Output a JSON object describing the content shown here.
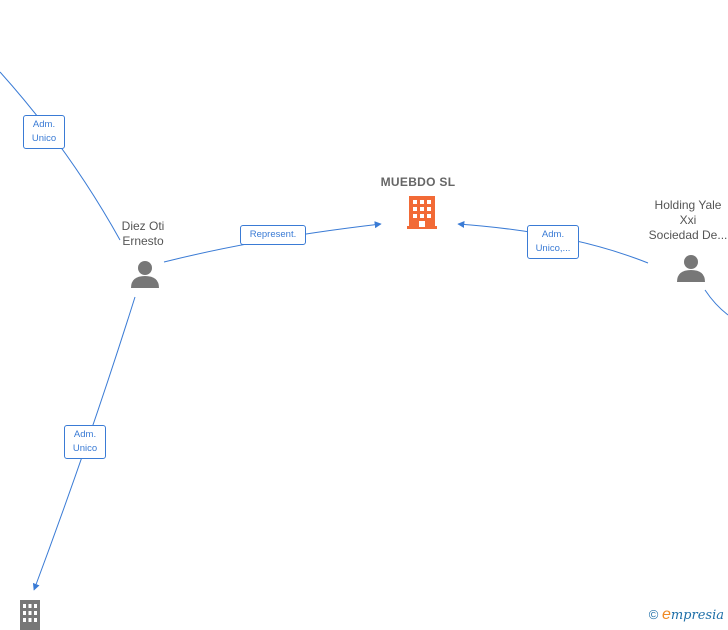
{
  "nodes": {
    "main_company": {
      "label": "MUEBDO  SL",
      "icon": "building-icon",
      "color": "#f26a36"
    },
    "person_diez": {
      "label_line1": "Diez Oti",
      "label_line2": "Ernesto",
      "icon": "person-icon"
    },
    "person_holding": {
      "label_line1": "Holding Yale",
      "label_line2": "Xxi",
      "label_line3": "Sociedad De...",
      "icon": "person-icon"
    },
    "company_bottom": {
      "icon": "building-icon",
      "color": "#777777"
    }
  },
  "edges": {
    "top_left": {
      "line1": "Adm.",
      "line2": "Unico"
    },
    "represent": {
      "line1": "Represent."
    },
    "holding_main": {
      "line1": "Adm.",
      "line2": "Unico,..."
    },
    "diez_bottom": {
      "line1": "Adm.",
      "line2": "Unico"
    }
  },
  "footer": {
    "copyright": "©",
    "brand_first": "e",
    "brand_rest": "mpresia"
  },
  "colors": {
    "edge": "#3a7bd5",
    "person": "#777777"
  }
}
